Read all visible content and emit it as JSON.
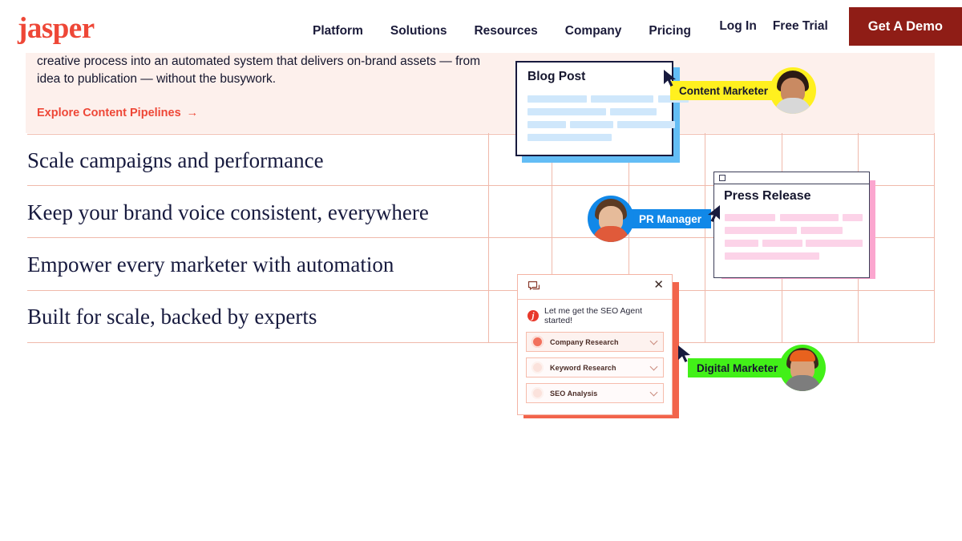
{
  "nav": {
    "logo": "jasper",
    "links": [
      {
        "label": "Platform"
      },
      {
        "label": "Solutions"
      },
      {
        "label": "Resources"
      },
      {
        "label": "Company"
      },
      {
        "label": "Pricing"
      }
    ],
    "login": "Log In",
    "free_trial": "Free Trial",
    "demo_button": "Get A Demo",
    "demo_button_color": "#8f1d16",
    "logo_color": "#ee4737"
  },
  "intro": {
    "paragraph": "creative process into an automated system that delivers on-brand assets — from idea to publication — without the busywork.",
    "link_label": "Explore Content Pipelines",
    "link_arrow": "→",
    "background_color": "#fdf0ec",
    "link_color": "#ee4737"
  },
  "rows": [
    {
      "title": "Scale campaigns and performance"
    },
    {
      "title": "Keep your brand voice consistent, everywhere"
    },
    {
      "title": "Empower every marketer with automation"
    },
    {
      "title": "Built for scale, backed by experts"
    }
  ],
  "grid": {
    "line_color": "#f0b9ab",
    "vertical_positions": [
      575,
      654,
      750,
      845,
      941,
      1036,
      1131
    ],
    "horizontal_positions": [
      1,
      65,
      130,
      196,
      261
    ]
  },
  "cards": {
    "blog_post": {
      "title": "Blog Post",
      "shadow_color": "#63bdf5",
      "border_color": "#171a3e",
      "bar_color": "#cfe7fb"
    },
    "press_release": {
      "title": "Press Release",
      "shadow_color": "#fba6cf",
      "border_color": "#3b3d57",
      "bar_color": "#fcd3e8"
    },
    "seo_agent": {
      "close_label": "✕",
      "message": "Let me get the SEO Agent started!",
      "avatar_letter": "j",
      "shadow_color": "#f2644b",
      "rows": [
        {
          "label": "Company Research",
          "active": true
        },
        {
          "label": "Keyword Research",
          "active": false
        },
        {
          "label": "SEO Analysis",
          "active": false
        }
      ]
    }
  },
  "personas": [
    {
      "label": "Content Marketer",
      "color": "#fff01f",
      "text_color": "#15162e"
    },
    {
      "label": "PR Manager",
      "color": "#1188e8",
      "text_color": "#ffffff"
    },
    {
      "label": "Digital Marketer",
      "color": "#42f018",
      "text_color": "#15162e"
    }
  ]
}
